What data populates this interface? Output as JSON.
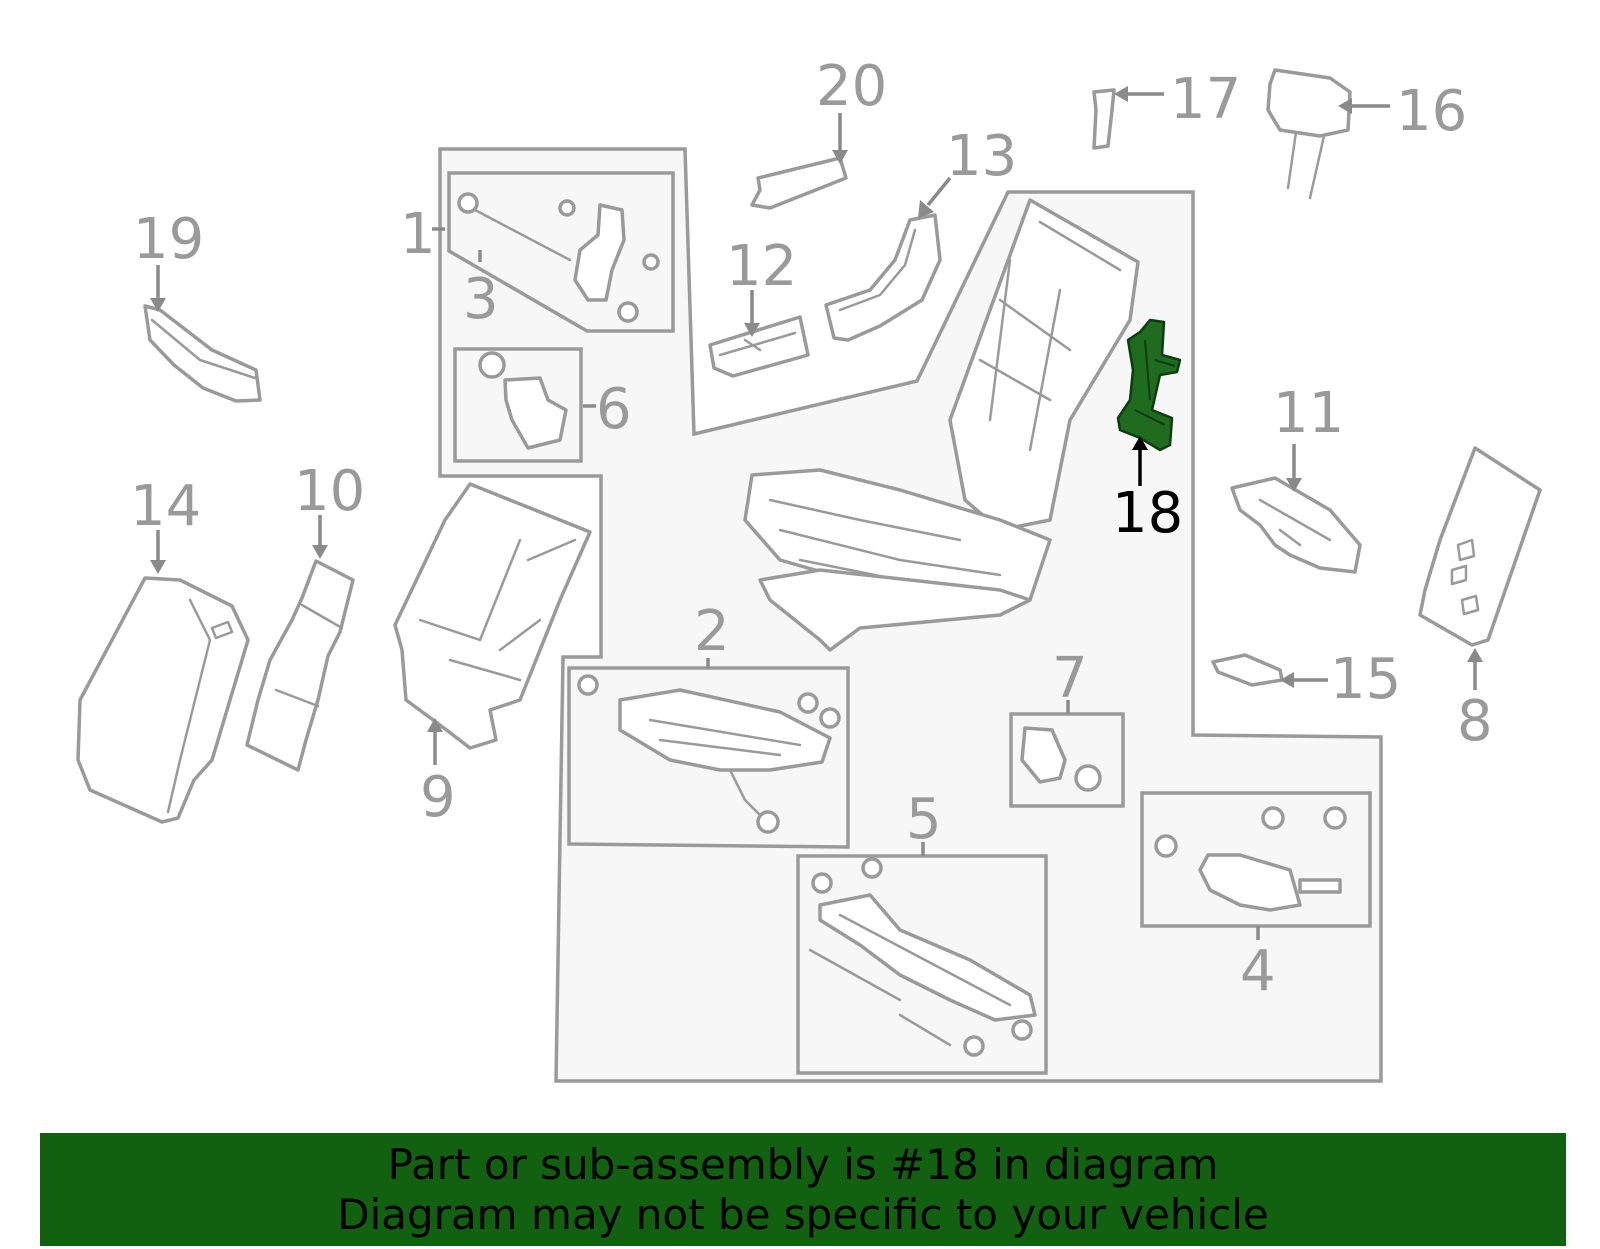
{
  "diagram": {
    "callouts": [
      "1",
      "2",
      "3",
      "4",
      "5",
      "6",
      "7",
      "8",
      "9",
      "10",
      "11",
      "12",
      "13",
      "14",
      "15",
      "16",
      "17",
      "18",
      "19",
      "20"
    ],
    "highlighted_callout": "18",
    "colors": {
      "line": "#9a9a9a",
      "panel": "#f7f7f7",
      "highlight_part": "#1f6b1f",
      "banner": "#116111",
      "text": "#000000"
    }
  },
  "banner": {
    "line1": "Part or sub-assembly is #18 in diagram",
    "line2": "Diagram may not be specific to your vehicle"
  }
}
